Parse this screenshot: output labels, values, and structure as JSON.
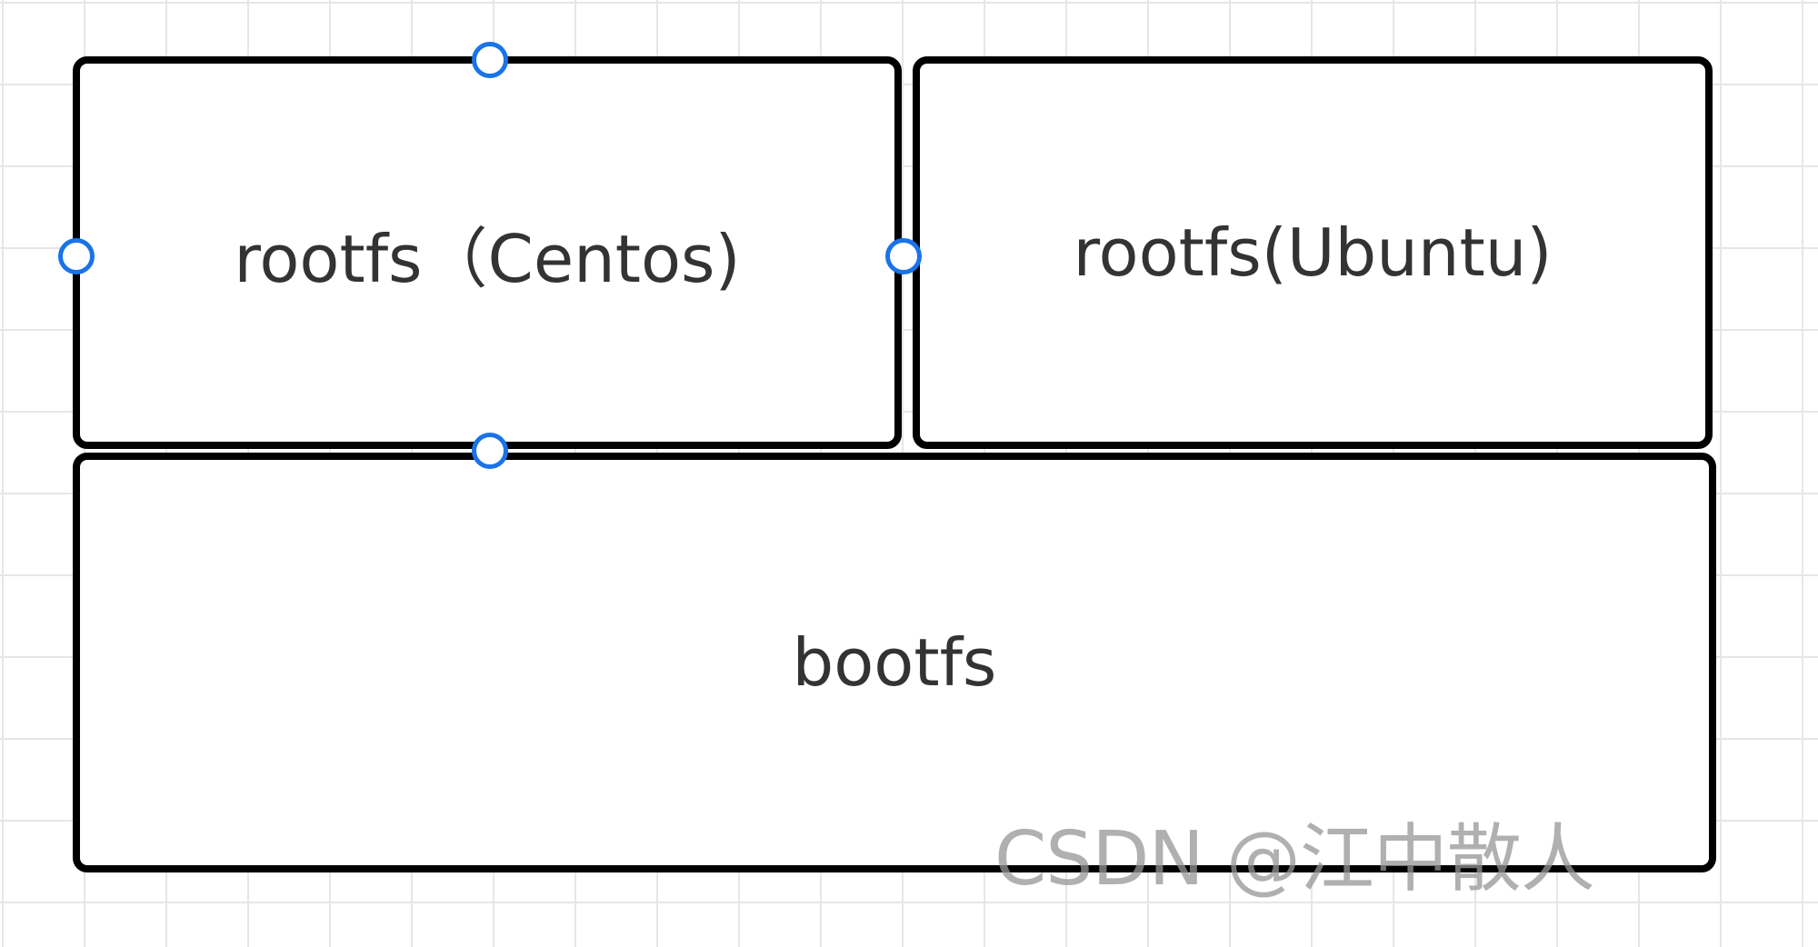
{
  "diagram": {
    "boxes": {
      "rootfs_centos": {
        "label": "rootfs（Centos)"
      },
      "rootfs_ubuntu": {
        "label": "rootfs(Ubuntu)"
      },
      "bootfs": {
        "label": "bootfs"
      }
    },
    "selection_handles": [
      "top",
      "left",
      "right",
      "bottom"
    ],
    "colors": {
      "border": "#000000",
      "text": "#333333",
      "handle": "#1a73e8",
      "grid": "#e6e6e6"
    }
  },
  "watermark": {
    "text": "CSDN @江中散人"
  }
}
